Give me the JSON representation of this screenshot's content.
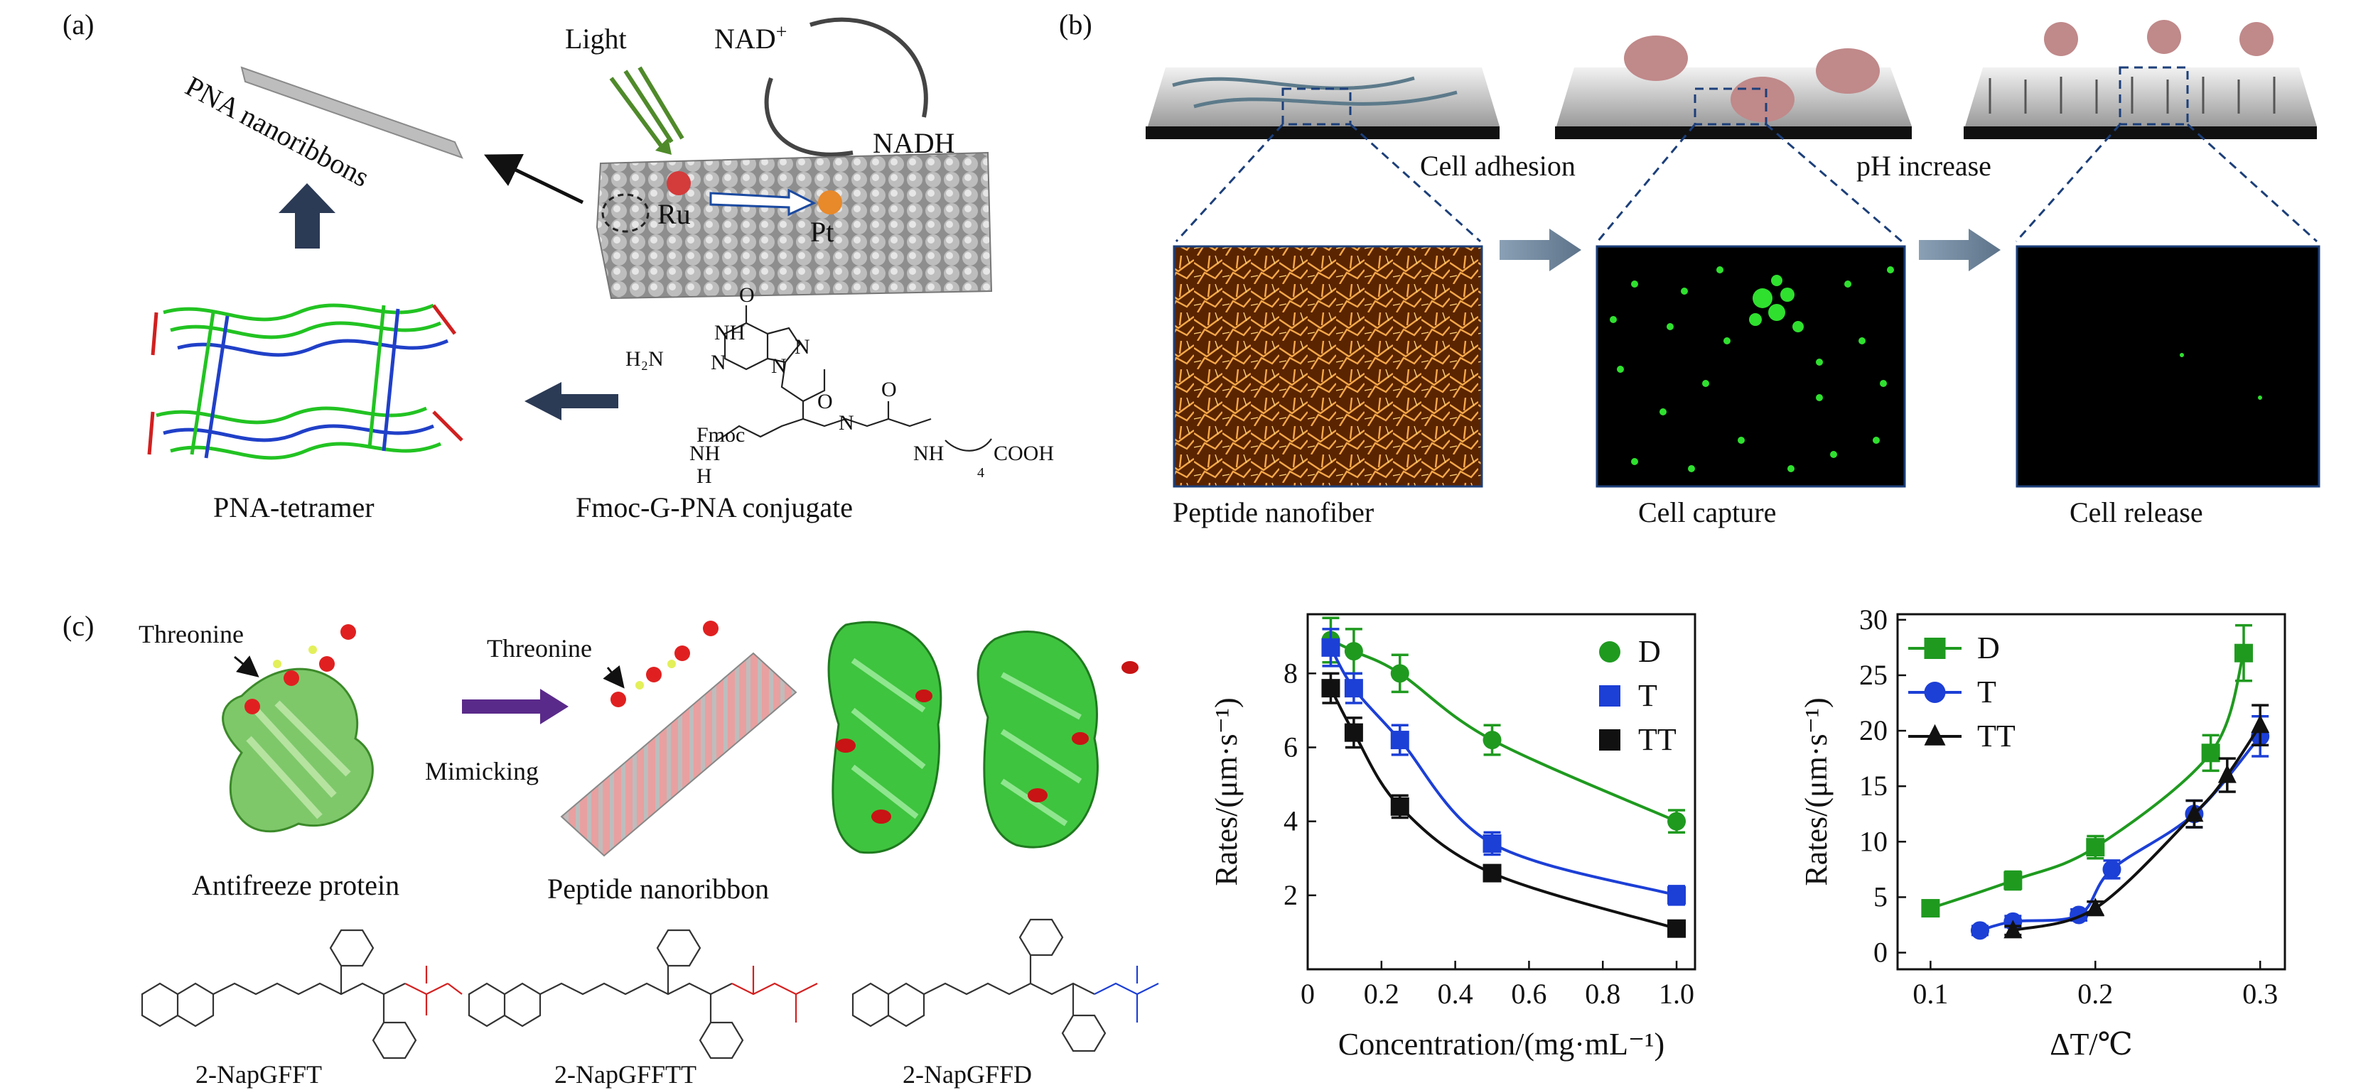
{
  "panel_a": {
    "label": "(a)",
    "light": "Light",
    "nad_plus": "NAD",
    "nad_plus_sup": "+",
    "nadh": "NADH",
    "pna_nanoribbons": "PNA nanoribbons",
    "ru": "Ru",
    "pt": "Pt",
    "pna_tetramer": "PNA-tetramer",
    "conjugate": "Fmoc-G-PNA conjugate",
    "chem": {
      "nh": "NH",
      "o": "O",
      "h2n": "H₂N",
      "n": "N",
      "fmoc": "Fmoc",
      "h": "H",
      "sub4": "4",
      "cooh": "COOH"
    }
  },
  "panel_b": {
    "label": "(b)",
    "cell_adhesion": "Cell adhesion",
    "ph_increase": "pH increase",
    "captions": [
      "Peptide nanofiber",
      "Cell capture",
      "Cell release"
    ]
  },
  "panel_c": {
    "label": "(c)",
    "threonine_1": "Threonine",
    "threonine_2": "Threonine",
    "mimicking": "Mimicking",
    "antifreeze": "Antifreeze protein",
    "nanoribbon": "Peptide nanoribbon",
    "molecules": [
      "2-NapGFFT",
      "2-NapGFFTT",
      "2-NapGFFD"
    ]
  },
  "colors": {
    "green": "#1f9a1f",
    "blue": "#1c3fd6",
    "black": "#111111",
    "red": "#d42020",
    "navy_arrow": "#2b3a55"
  },
  "chart_data": [
    {
      "type": "line",
      "xlabel": "Concentration/(mg·mL⁻¹)",
      "ylabel": "Rates/(μm·s⁻¹)",
      "xlim": [
        0.0,
        1.05
      ],
      "ylim": [
        0,
        9.6
      ],
      "xticks": [
        "0",
        "0.2",
        "0.4",
        "0.6",
        "0.8",
        "1.0"
      ],
      "xtick_values": [
        0,
        0.2,
        0.4,
        0.6,
        0.8,
        1.0
      ],
      "yticks": [
        "2",
        "4",
        "6",
        "8"
      ],
      "ytick_values": [
        2,
        4,
        6,
        8
      ],
      "legend": "top-right",
      "series": [
        {
          "name": "D",
          "marker": "circle",
          "color": "#1f9a1f",
          "x": [
            0.0625,
            0.125,
            0.25,
            0.5,
            1.0
          ],
          "y": [
            8.9,
            8.6,
            8.0,
            6.2,
            4.0
          ],
          "err": [
            0.6,
            0.6,
            0.5,
            0.4,
            0.3
          ]
        },
        {
          "name": "T",
          "marker": "square",
          "color": "#1c3fd6",
          "x": [
            0.0625,
            0.125,
            0.25,
            0.5,
            1.0
          ],
          "y": [
            8.7,
            7.6,
            6.2,
            3.4,
            2.0
          ],
          "err": [
            0.5,
            0.4,
            0.4,
            0.3,
            0.25
          ]
        },
        {
          "name": "TT",
          "marker": "square",
          "color": "#111111",
          "x": [
            0.0625,
            0.125,
            0.25,
            0.5,
            1.0
          ],
          "y": [
            7.6,
            6.4,
            4.4,
            2.6,
            1.1
          ],
          "err": [
            0.4,
            0.4,
            0.3,
            0.2,
            0.15
          ]
        }
      ]
    },
    {
      "type": "line",
      "xlabel": "ΔT/℃",
      "ylabel": "Rates/(μm·s⁻¹)",
      "xlim": [
        0.08,
        0.315
      ],
      "ylim": [
        -1.5,
        30.5
      ],
      "xticks": [
        "0.1",
        "0.2",
        "0.3"
      ],
      "xtick_values": [
        0.1,
        0.2,
        0.3
      ],
      "yticks": [
        "0",
        "5",
        "10",
        "15",
        "20",
        "25",
        "30"
      ],
      "ytick_values": [
        0,
        5,
        10,
        15,
        20,
        25,
        30
      ],
      "legend": "top-left",
      "series": [
        {
          "name": "D",
          "marker": "square",
          "color": "#1f9a1f",
          "x": [
            0.1,
            0.15,
            0.2,
            0.27,
            0.29
          ],
          "y": [
            4.0,
            6.5,
            9.5,
            18.0,
            27.0
          ],
          "err": [
            0.7,
            0.8,
            1.0,
            1.6,
            2.5
          ]
        },
        {
          "name": "T",
          "marker": "circle",
          "color": "#1c3fd6",
          "x": [
            0.13,
            0.15,
            0.19,
            0.21,
            0.26,
            0.3
          ],
          "y": [
            2.0,
            2.8,
            3.4,
            7.5,
            12.5,
            19.5
          ],
          "err": [
            0.4,
            0.5,
            0.5,
            0.8,
            1.2,
            1.8
          ]
        },
        {
          "name": "TT",
          "marker": "triangle",
          "color": "#111111",
          "x": [
            0.15,
            0.2,
            0.26,
            0.28,
            0.3
          ],
          "y": [
            2.0,
            4.0,
            12.5,
            16.0,
            20.5
          ],
          "err": [
            0.4,
            0.6,
            1.2,
            1.5,
            1.8
          ]
        }
      ]
    }
  ]
}
